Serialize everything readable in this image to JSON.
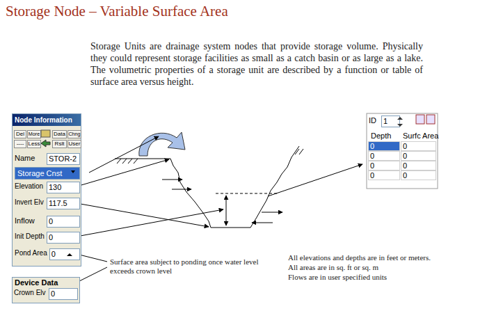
{
  "diagram": {
    "title": "Storage Node – Variable Surface Area",
    "nodes": [
      {
        "text": [
          "Node Information"
        ]
      },
      {
        "text": [
          "Del"
        ],
        "in": 0
      },
      {
        "text": [
          "More"
        ],
        "in": 0
      },
      {
        "text": [
          "Data"
        ],
        "in": 0
      },
      {
        "text": [
          "Chng"
        ],
        "in": 0
      },
      {
        "text": [
          "----"
        ],
        "in": 0
      },
      {
        "text": [
          "Less"
        ],
        "in": 0
      },
      {
        "text": [
          "Rslt"
        ],
        "in": 0
      },
      {
        "text": [
          "User"
        ],
        "in": 0
      },
      {
        "text": [
          "Name",
          "STOR-2"
        ],
        "in": 0
      },
      {
        "text": [
          "Storage Cnst"
        ],
        "in": 0
      },
      {
        "text": [
          "Elevation",
          "130"
        ],
        "in": 0
      },
      {
        "text": [
          "Invert Elv",
          "117.5"
        ],
        "in": 0
      },
      {
        "text": [
          "Inflow",
          "0"
        ],
        "in": 0
      },
      {
        "text": [
          "Init Depth",
          "0"
        ],
        "in": 0
      },
      {
        "text": [
          "Pond Area",
          "0"
        ],
        "in": 0
      },
      {
        "text": [
          "Device Data"
        ]
      },
      {
        "text": [
          "Crown Elv",
          "0"
        ],
        "in": 16
      },
      {
        "text": [
          "ID",
          "1"
        ]
      }
    ],
    "labels": [
      "Storage Units are drainage system nodes that provide storage volume. Physically they could represent storage facilities as small as a catch basin or as large as a lake. The volumetric properties of a storage unit are described by a function or table of surface area versus height.",
      "Depth",
      "Surfc Area",
      "0",
      "0",
      "0",
      "0",
      "0",
      "0",
      "0",
      "0",
      "Surface area subject to ponding once water level exceeds crown level",
      "All elevations and depths are in feet or meters.",
      "All areas are in sq. ft or sq. m",
      "Flows are in user specified units"
    ]
  }
}
